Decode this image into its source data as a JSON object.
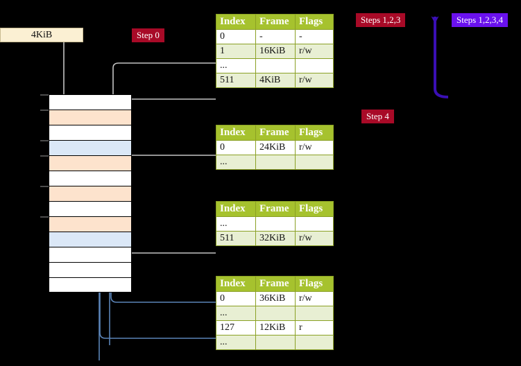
{
  "diagram": {
    "title_region": "page-table-walk",
    "size_box": {
      "label": "4KiB"
    },
    "badges": [
      {
        "id": "step0",
        "label": "Step 0",
        "color": "#a80a27"
      },
      {
        "id": "steps123",
        "label": "Steps 1,2,3",
        "color": "#a80a27"
      },
      {
        "id": "steps1234",
        "label": "Steps 1,2,3,4",
        "color": "#6a11ee"
      },
      {
        "id": "step4",
        "label": "Step 4",
        "color": "#a80a27"
      }
    ],
    "colors": {
      "background": "#000000",
      "table_header": "#a6c22e",
      "table_alt_row": "#e8efd3",
      "table_highlight": "#fbf79a",
      "mem_orange": "#fde3cd",
      "mem_blue": "#dbe8f7",
      "wire_gray": "#bfbfbf",
      "wire_blue": "#5b84b8",
      "wire_purple": "#3a0fb5",
      "size_box_fill": "#fbf0d3"
    },
    "memory_column": {
      "name": "physical-memory-frames",
      "rows": [
        {
          "fill": "white"
        },
        {
          "fill": "orange",
          "tick": true
        },
        {
          "fill": "white"
        },
        {
          "fill": "blue"
        },
        {
          "fill": "orange",
          "tick": true
        },
        {
          "fill": "white"
        },
        {
          "fill": "orange",
          "tick": true
        },
        {
          "fill": "white"
        },
        {
          "fill": "orange",
          "tick": true
        },
        {
          "fill": "blue"
        },
        {
          "fill": "white"
        },
        {
          "fill": "white"
        },
        {
          "fill": "white"
        }
      ]
    },
    "tables": [
      {
        "id": "table-level1",
        "columns": [
          "Index",
          "Frame",
          "Flags"
        ],
        "rows": [
          {
            "cells": [
              "0",
              "-",
              "-"
            ],
            "alt": false,
            "highlight": []
          },
          {
            "cells": [
              "1",
              "16KiB",
              "r/w"
            ],
            "alt": true,
            "highlight": []
          },
          {
            "cells": [
              "...",
              "",
              ""
            ],
            "alt": false,
            "highlight": []
          },
          {
            "cells": [
              "511",
              "4KiB",
              "r/w"
            ],
            "alt": true,
            "highlight": [
              0,
              1,
              2
            ]
          }
        ]
      },
      {
        "id": "table-level2",
        "columns": [
          "Index",
          "Frame",
          "Flags"
        ],
        "rows": [
          {
            "cells": [
              "0",
              "24KiB",
              "r/w"
            ],
            "alt": false,
            "highlight": []
          },
          {
            "cells": [
              "...",
              "",
              ""
            ],
            "alt": true,
            "highlight": []
          }
        ]
      },
      {
        "id": "table-level3",
        "columns": [
          "Index",
          "Frame",
          "Flags"
        ],
        "rows": [
          {
            "cells": [
              "...",
              "",
              ""
            ],
            "alt": false,
            "highlight": []
          },
          {
            "cells": [
              "511",
              "32KiB",
              "r/w"
            ],
            "alt": true,
            "highlight": []
          }
        ]
      },
      {
        "id": "table-level4",
        "columns": [
          "Index",
          "Frame",
          "Flags"
        ],
        "rows": [
          {
            "cells": [
              "0",
              "36KiB",
              "r/w"
            ],
            "alt": false,
            "highlight": []
          },
          {
            "cells": [
              "...",
              "",
              ""
            ],
            "alt": true,
            "highlight": []
          },
          {
            "cells": [
              "127",
              "12KiB",
              "r"
            ],
            "alt": false,
            "highlight": []
          },
          {
            "cells": [
              "...",
              "",
              ""
            ],
            "alt": true,
            "highlight": []
          }
        ]
      }
    ]
  }
}
